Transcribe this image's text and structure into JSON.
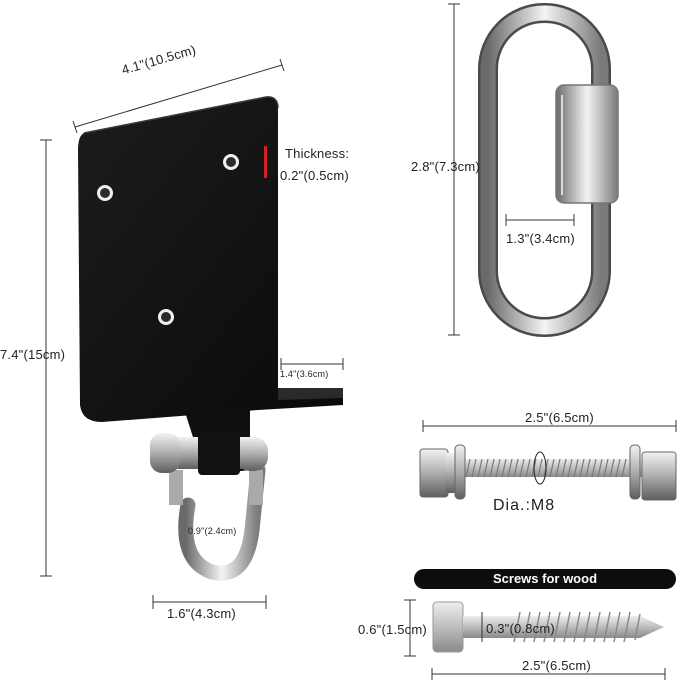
{
  "dimensions": {
    "plate_width": "4.1\"(10.5cm)",
    "plate_height": "7.4\"(15cm)",
    "thickness_label": "Thickness:",
    "thickness_value": "0.2\"(0.5cm)",
    "flange_depth": "1.4\"(3.6cm)",
    "shackle_inner": "0.9\"(2.4cm)",
    "shackle_width": "1.6\"(4.3cm)",
    "carabiner_length": "2.8\"(7.3cm)",
    "carabiner_width": "1.3\"(3.4cm)",
    "bolt_length": "2.5\"(6.5cm)",
    "bolt_diameter": "Dia.:M8",
    "screw_head": "0.6\"(1.5cm)",
    "screw_shank": "0.3\"(0.8cm)",
    "screw_length": "2.5\"(6.5cm)"
  },
  "banner": {
    "screws_for_wood": "Screws for wood"
  },
  "colors": {
    "plate": "#111111",
    "metal": "#c8c8c8",
    "banner": "#0d0d0d",
    "thickness_marker": "#d42020"
  }
}
